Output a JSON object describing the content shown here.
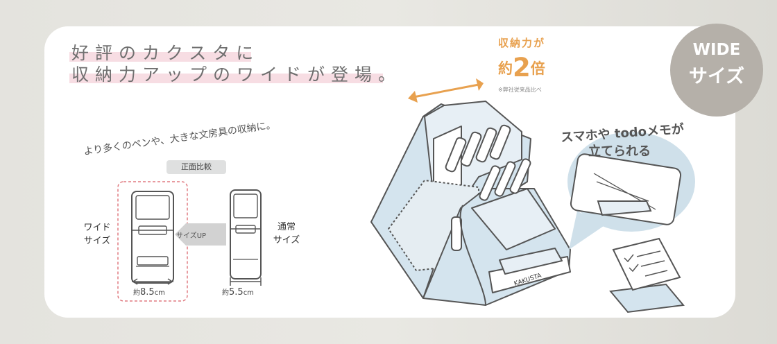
{
  "headline": {
    "line1": "好評のカクスタに",
    "line2": "収納力アップのワイドが登場。"
  },
  "badge": {
    "line1": "WIDE",
    "line2": "サイズ"
  },
  "capacity": {
    "line1": "収納力が",
    "prefix": "約",
    "number": "2",
    "suffix": "倍",
    "note": "※弊社従来品比べ"
  },
  "comparison": {
    "subtitle": "より多くのペンや、大きな文房具の収納に。",
    "pill": "正面比較",
    "wide_label_1": "ワイド",
    "wide_label_2": "サイズ",
    "normal_label_1": "通常",
    "normal_label_2": "サイズ",
    "arrow_label": "サイズUP",
    "wide_dim_prefix": "約",
    "wide_dim_value": "8.5",
    "wide_dim_unit": "cm",
    "normal_dim_prefix": "約",
    "normal_dim_value": "5.5",
    "normal_dim_unit": "cm"
  },
  "speech": {
    "line1": "スマホや todoメモが",
    "line2": "立てられる"
  },
  "product_logo": "KAKUSTA",
  "colors": {
    "accent_orange": "#e8a14f",
    "case_blue": "#d4e4ee",
    "badge_gray": "#b5b0a9",
    "highlight_pink": "#f7dde3",
    "bubble_blue": "#cfe0ea"
  }
}
